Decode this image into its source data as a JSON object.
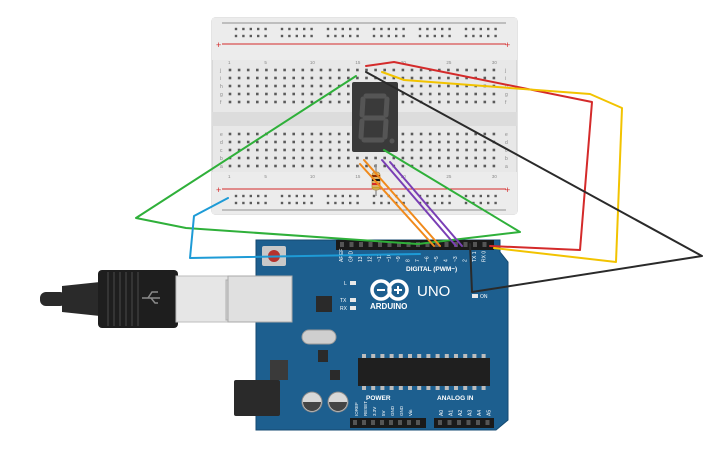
{
  "breadboard": {
    "col_numbers": [
      "1",
      "5",
      "10",
      "15",
      "20",
      "25",
      "30"
    ],
    "row_letters_top": [
      "j",
      "i",
      "h",
      "g",
      "f"
    ],
    "row_letters_bottom": [
      "e",
      "d",
      "c",
      "b",
      "a"
    ],
    "rail_plus": "+",
    "rail_minus": "-"
  },
  "seven_segment": {
    "digit": "8."
  },
  "arduino": {
    "brand": "ARDUINO",
    "model": "UNO",
    "digital_label": "DIGITAL (PWM~)",
    "power_label": "POWER",
    "analog_label": "ANALOG IN",
    "on_label": "ON",
    "l_label": "L",
    "tx_label": "TX",
    "rx_label": "RX",
    "power_pins": [
      "IOREF",
      "RESET",
      "3.3V",
      "5V",
      "GND",
      "GND",
      "Vin"
    ],
    "analog_pins": [
      "A0",
      "A1",
      "A2",
      "A3",
      "A4",
      "A5"
    ],
    "digital_pins": [
      "AREF",
      "GND",
      "13",
      "12",
      "~11",
      "~10",
      "~9",
      "8",
      "7",
      "~6",
      "~5",
      "4",
      "~3",
      "2",
      "TX 1",
      "RX 0"
    ]
  },
  "wire_colors": {
    "red": "#d42a2a",
    "yellow": "#f2c300",
    "black": "#2a2a2a",
    "green": "#2fb03a",
    "blue": "#1e9bd6",
    "orange": "#f08a1c",
    "purple": "#7a3fb5",
    "board_blue": "#1d5f8f"
  }
}
